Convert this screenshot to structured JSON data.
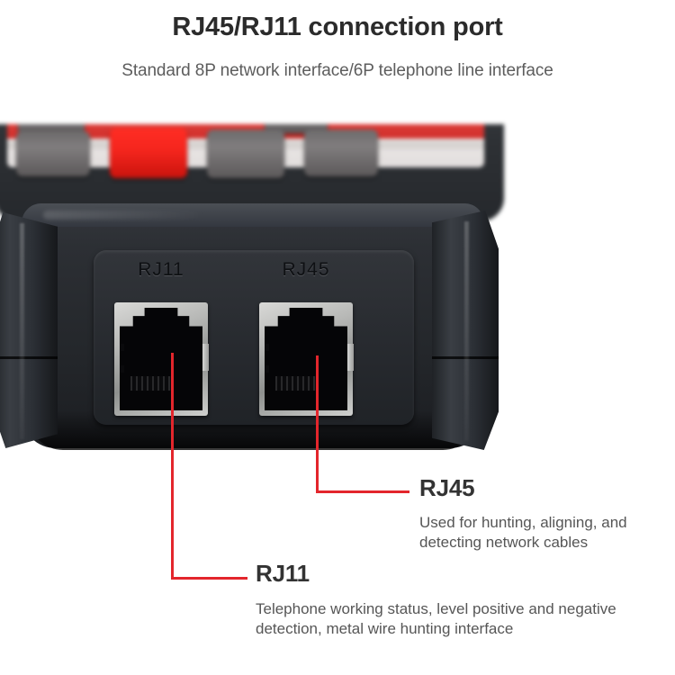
{
  "header": {
    "title": "RJ45/RJ11 connection port",
    "subtitle": "Standard 8P network interface/6P telephone line interface"
  },
  "device": {
    "type": "network-cable-tester",
    "port_panel": {
      "ports": [
        {
          "id": "rj11",
          "embossed_label": "RJ11"
        },
        {
          "id": "rj45",
          "embossed_label": "RJ45"
        }
      ]
    },
    "keypad": {
      "buttons": [
        {
          "id": "btn-1",
          "color": "#6c6a6b",
          "label": ""
        },
        {
          "id": "btn-2",
          "color": "#6c6a6b",
          "label": ""
        },
        {
          "id": "btn-3",
          "color": "#f4251d",
          "label": ""
        },
        {
          "id": "btn-4",
          "color": "#6c6a6b",
          "label": ""
        },
        {
          "id": "btn-5",
          "color": "#6c6a6b",
          "label": ""
        },
        {
          "id": "btn-6",
          "color": "#6c6a6b",
          "label": ""
        }
      ]
    }
  },
  "callouts": [
    {
      "id": "rj45",
      "heading": "RJ45",
      "description": "Used for hunting, aligning, and detecting network cables"
    },
    {
      "id": "rj11",
      "heading": "RJ11",
      "description": "Telephone working status, level positive and negative detection, metal wire hunting interface"
    }
  ],
  "colors": {
    "leader_line": "#e3262c",
    "heading": "#333333",
    "body_text": "#565656",
    "background": "#ffffff",
    "device_body": "#2c2f34",
    "button_red": "#f4251d"
  }
}
